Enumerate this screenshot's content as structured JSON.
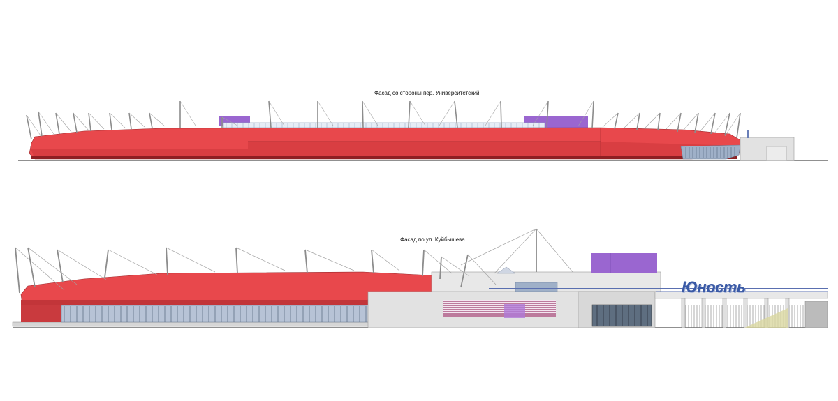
{
  "captions": {
    "facade_top": "Фасад со стороны пер. Университетский",
    "facade_bottom": "Фасад по ул. Куйбышева"
  },
  "logo_text": "Юность",
  "colors": {
    "roof_red": "#e8484c",
    "roof_red_dark": "#b3282c",
    "mast": "#8c8c8c",
    "purple_block": "#9a66d0",
    "building_grey": "#e2e2e2",
    "glass": "#9fb0c8",
    "logo_blue": "#3a5aa6",
    "ground": "#222222"
  }
}
